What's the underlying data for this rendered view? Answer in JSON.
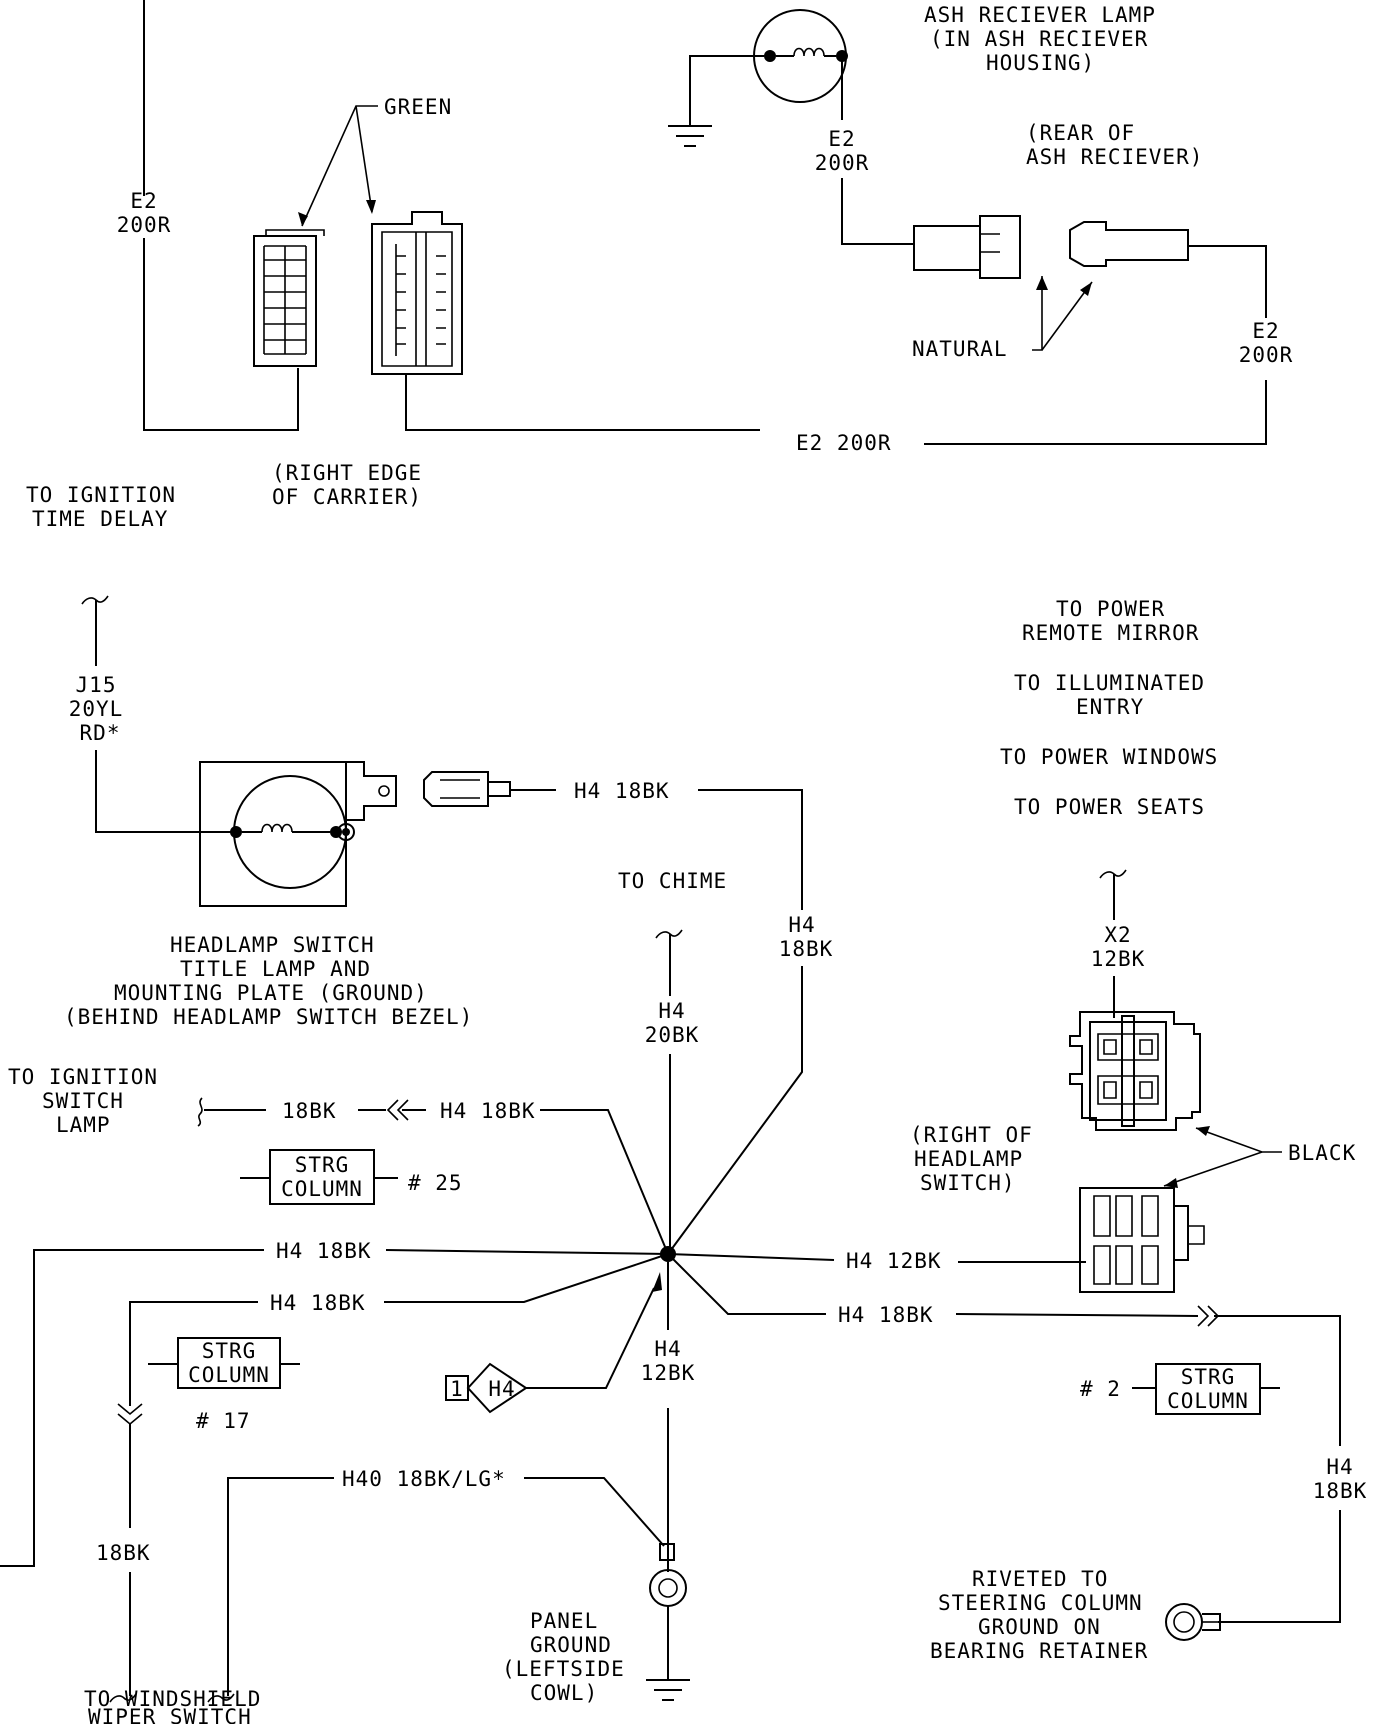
{
  "labels": {
    "ash_lamp": [
      "ASH RECIEVER LAMP",
      "(IN ASH RECIEVER",
      "HOUSING)"
    ],
    "rear_ash": [
      "(REAR OF",
      "ASH RECIEVER)"
    ],
    "green": "GREEN",
    "natural": "NATURAL",
    "right_edge_carrier": [
      "(RIGHT EDGE",
      "OF CARRIER)"
    ],
    "to_ignition_time_delay": [
      "TO IGNITION",
      "TIME DELAY"
    ],
    "to_power_list": [
      "TO POWER",
      "REMOTE MIRROR",
      "TO ILLUMINATED",
      "ENTRY",
      "TO POWER WINDOWS",
      "TO POWER SEATS"
    ],
    "headlamp_switch": [
      "HEADLAMP SWITCH",
      "TITLE LAMP AND",
      "MOUNTING PLATE (GROUND)",
      "(BEHIND HEADLAMP SWITCH BEZEL)"
    ],
    "to_chime": "TO CHIME",
    "to_ignition_switch_lamp": [
      "TO IGNITION",
      "SWITCH",
      "LAMP"
    ],
    "right_of_headlamp": [
      "(RIGHT OF",
      "HEADLAMP",
      "SWITCH)"
    ],
    "black": "BLACK",
    "panel_ground": [
      "PANEL",
      "GROUND",
      "(LEFTSIDE",
      "COWL)"
    ],
    "riveted": [
      "RIVETED TO",
      "STEERING COLUMN",
      "GROUND ON",
      "BEARING RETAINER"
    ],
    "to_windshield": [
      "TO WINDSHIELD",
      "WIPER SWITCH"
    ]
  },
  "wires": {
    "e2_left": [
      "E2",
      "200R"
    ],
    "e2_lamp": [
      "E2",
      "200R"
    ],
    "e2_right": [
      "E2",
      "200R"
    ],
    "e2_bottom": "E2 200R",
    "j15": [
      "J15",
      "20YL",
      "RD*"
    ],
    "h4_top": "H4 18BK",
    "h4_vert": [
      "H4",
      "18BK"
    ],
    "h4_chime": [
      "H4",
      "20BK"
    ],
    "h4_ign_a": "18BK",
    "h4_ign_b": "H4 18BK",
    "x2": [
      "X2",
      "12BK"
    ],
    "h4_left_long": "H4 18BK",
    "h4_12bk_right": "H4 12BK",
    "h4_left_2": "H4 18BK",
    "h4_right_2": "H4 18BK",
    "h4_center_12": [
      "H4",
      "12BK"
    ],
    "h40": "H40 18BK/LG*",
    "wiper_18bk": "18BK",
    "h4_right_vert": [
      "H4",
      "18BK"
    ]
  },
  "references": {
    "strg_25": {
      "box": [
        "STRG",
        "COLUMN"
      ],
      "num": "# 25"
    },
    "strg_17": {
      "box": [
        "STRG",
        "COLUMN"
      ],
      "num": "# 17"
    },
    "strg_2": {
      "box": [
        "STRG",
        "COLUMN"
      ],
      "num": "# 2"
    },
    "splice": {
      "num": "1",
      "code": "H4"
    }
  }
}
